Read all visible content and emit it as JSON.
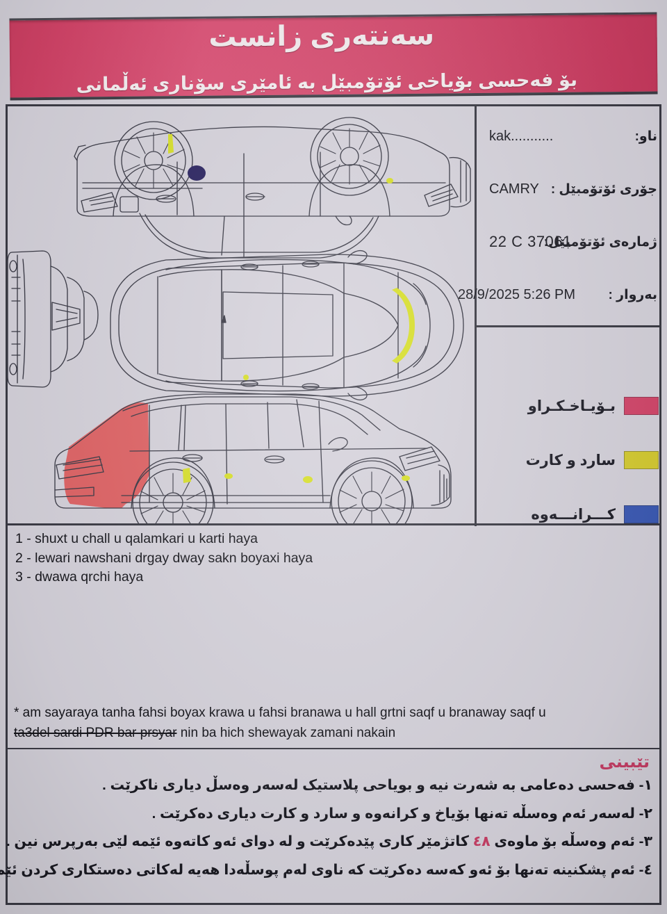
{
  "header": {
    "title_line1": "سەنتەری زانست",
    "title_line2": "بۆ فەحسی بۆیاخی ئۆتۆمبێل بە ئامێری سۆناری ئەڵمانی",
    "banner_color": "#d4486c"
  },
  "info": {
    "rows": [
      {
        "label": "ناو:",
        "value": "kak..........."
      },
      {
        "label": "جۆری ئۆتۆمبێل :",
        "value": "CAMRY"
      },
      {
        "label": "ژمارەی ئۆتۆمبێل:",
        "value": "22 C 37061"
      },
      {
        "label": "بەروار :",
        "value": "28/9/2025   5:26 PM"
      }
    ]
  },
  "legend": {
    "items": [
      {
        "label": "بـۆیـاخـكـراو",
        "color": "#d4486c"
      },
      {
        "label": "سارد و كارت",
        "color": "#d6cc33"
      },
      {
        "label": "كـــرانـــەوە",
        "color": "#3d5bb5"
      }
    ]
  },
  "diagram": {
    "marks": {
      "blue_dot": "#2a2360",
      "yellow_highlight": "#d8e02a",
      "red_area": "#e24a4a"
    }
  },
  "notes": {
    "lines": [
      "1 - shuxt u chall u qalamkari u karti haya",
      "2 - lewari nawshani drgay dway sakn boyaxi haya",
      "3 - dwawa qrchi haya"
    ]
  },
  "star_note": {
    "line1": "* am sayaraya tanha fahsi boyax krawa u fahsi branawa u hall grtni saqf u branaway saqf u",
    "line2_struck": "ta3del  sardi PDR bar prsyar",
    "line2_rest": " nin ba hich shewayak zamani nakain"
  },
  "footer": {
    "title": "تێبینی",
    "items": [
      {
        "num": "١-",
        "text": "فەحسی دەعامی بە شەرت نیە و بویاحی پلاستیک لەسەر وەسڵ دیاری ناكرێت ."
      },
      {
        "num": "٢-",
        "text": "لەسەر ئەم وەسڵە تەنها بۆیاخ و كرانەوە و سارد و كارت دیاری دەكرێت ."
      },
      {
        "num": "٣-",
        "text_before": "ئەم وەسڵە بۆ ماوەی ",
        "highlight": "٤٨",
        "text_after": " كاتژمێر كاری پێدەكرێت و لە دوای ئەو كاتەوە ئێمە لێی بەرپرس نین ."
      },
      {
        "num": "٤-",
        "text": "ئەم پشكنینە تەنها بۆ ئەو كەسە دەكرێت كە ناوی لەم پوسڵەدا هەیە لەكاتی دەستكاری كردن ئێمە لێی بەرپرس نین ."
      }
    ]
  }
}
